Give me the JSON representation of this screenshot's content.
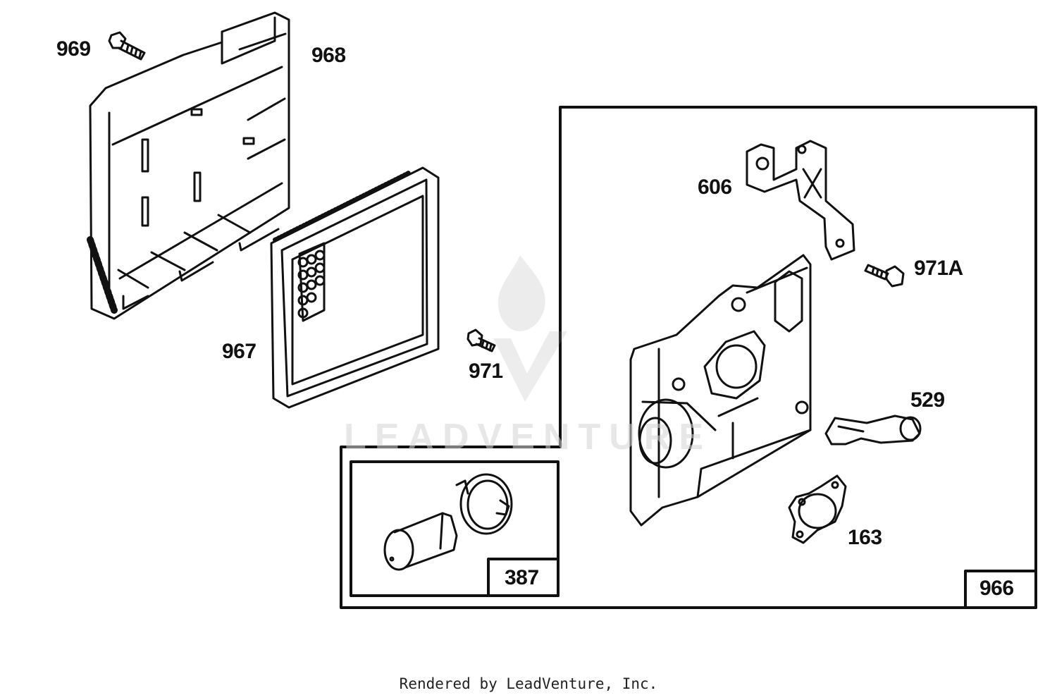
{
  "parts": {
    "p969": "969",
    "p968": "968",
    "p967": "967",
    "p971": "971",
    "p606": "606",
    "p971a": "971A",
    "p529": "529",
    "p163": "163",
    "p387": "387",
    "p966": "966"
  },
  "watermark": "LEADVENTURE",
  "footer": "Rendered by LeadVenture, Inc.",
  "colors": {
    "line": "#111111",
    "watermark": "#d4d4d4"
  }
}
